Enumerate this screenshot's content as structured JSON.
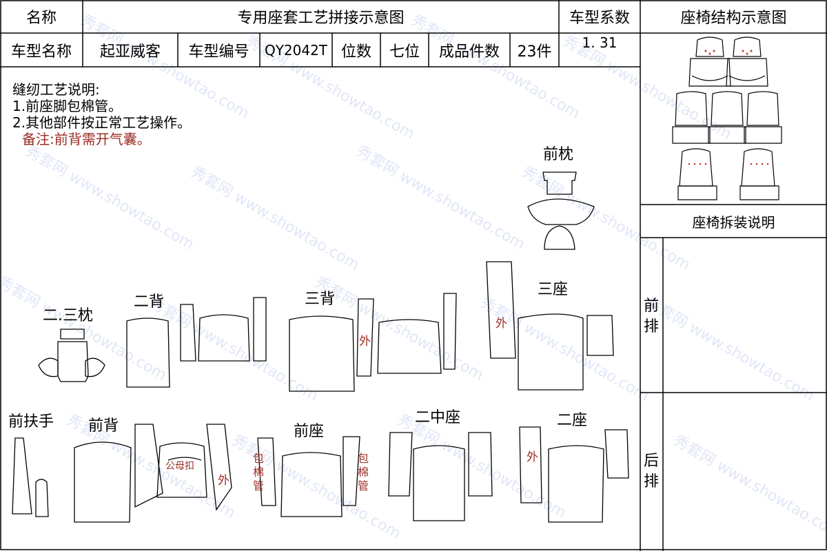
{
  "header": {
    "name_label": "名称",
    "title": "专用座套工艺拼接示意图",
    "coef_label": "车型系数",
    "structure_label": "座椅结构示意图"
  },
  "info": {
    "model_name_label": "车型名称",
    "model_name": "起亚威客",
    "model_no_label": "车型编号",
    "model_no": "QY2042T",
    "seats_label": "位数",
    "seats": "七位",
    "pieces_label": "成品件数",
    "pieces": "23件",
    "coef": "1. 31"
  },
  "notes": {
    "heading": "缝纫工艺说明:",
    "line1": "1.前座脚包棉管。",
    "line2": "2.其他部件按正常工艺操作。",
    "remark": "备注:前背需开气囊。"
  },
  "sidebar": {
    "disassembly_label": "座椅拆装说明",
    "front_row": "前排",
    "rear_row": "后排"
  },
  "parts": {
    "front_headrest": "前枕",
    "second_third_headrest": "二.三枕",
    "second_back": "二背",
    "third_back": "三背",
    "third_seat": "三座",
    "front_armrest": "前扶手",
    "front_back": "前背",
    "front_seat": "前座",
    "second_middle_seat": "二中座",
    "second_seat": "二座"
  },
  "markers": {
    "outside": "外",
    "male_female_buckle": "公母扣",
    "wrap_cotton_tube": "包棉管"
  },
  "watermark": "秀套网 www.showtao.com",
  "colors": {
    "line": "#000000",
    "annotation": "#9b2c24",
    "watermark": "#8c9adc"
  }
}
